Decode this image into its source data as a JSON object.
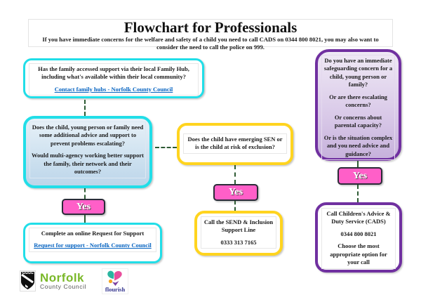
{
  "header": {
    "title": "Flowchart for Professionals",
    "subtitle": "If you have immediate concerns for the welfare and safety of a child you need to call CADS on 0344 800 8021, you may also want to consider the need to call the police on 999."
  },
  "boxes": {
    "family_hub": {
      "question": "Has the family accessed support via their local Family Hub, including what's available within their local community?",
      "link": "Contact family hubs - Norfolk County Council"
    },
    "additional_support": {
      "para1": "Does the child, young person or family need some additional advice and support to prevent problems escalating?",
      "para2": "Would multi-agency working better support the family, their network and their outcomes?"
    },
    "sen": {
      "question": "Does the child have emerging SEN or is the child at risk of exclusion?"
    },
    "safeguarding": {
      "para1": "Do you have an immediate safeguarding concern for a child, young person or family?",
      "para2": "Or are there escalating concerns?",
      "para3": "Or concerns about parental capacity?",
      "para4": "Or is the situation complex and you need advice and guidance?"
    },
    "request_support": {
      "text": "Complete an online Request for Support",
      "link": "Request for support - Norfolk County Council"
    },
    "send_line": {
      "text": "Call the SEND & Inclusion Support Line",
      "phone": "0333 313 7165"
    },
    "cads": {
      "text1": "Call Children's Advice & Duty Service (CADS)",
      "phone": "0344 800 8021",
      "text2": "Choose the most appropriate option for your call"
    }
  },
  "buttons": {
    "yes": "Yes"
  },
  "logos": {
    "norfolk": {
      "name": "Norfolk",
      "sub": "County Council"
    },
    "flourish": {
      "text": "flourish"
    }
  },
  "colors": {
    "cyan": "#21dee8",
    "yellow": "#ffd41f",
    "purple": "#7030a0",
    "pink": "#ff5fc8",
    "link_blue": "#0563c1",
    "connector_green": "#2d5a33"
  }
}
